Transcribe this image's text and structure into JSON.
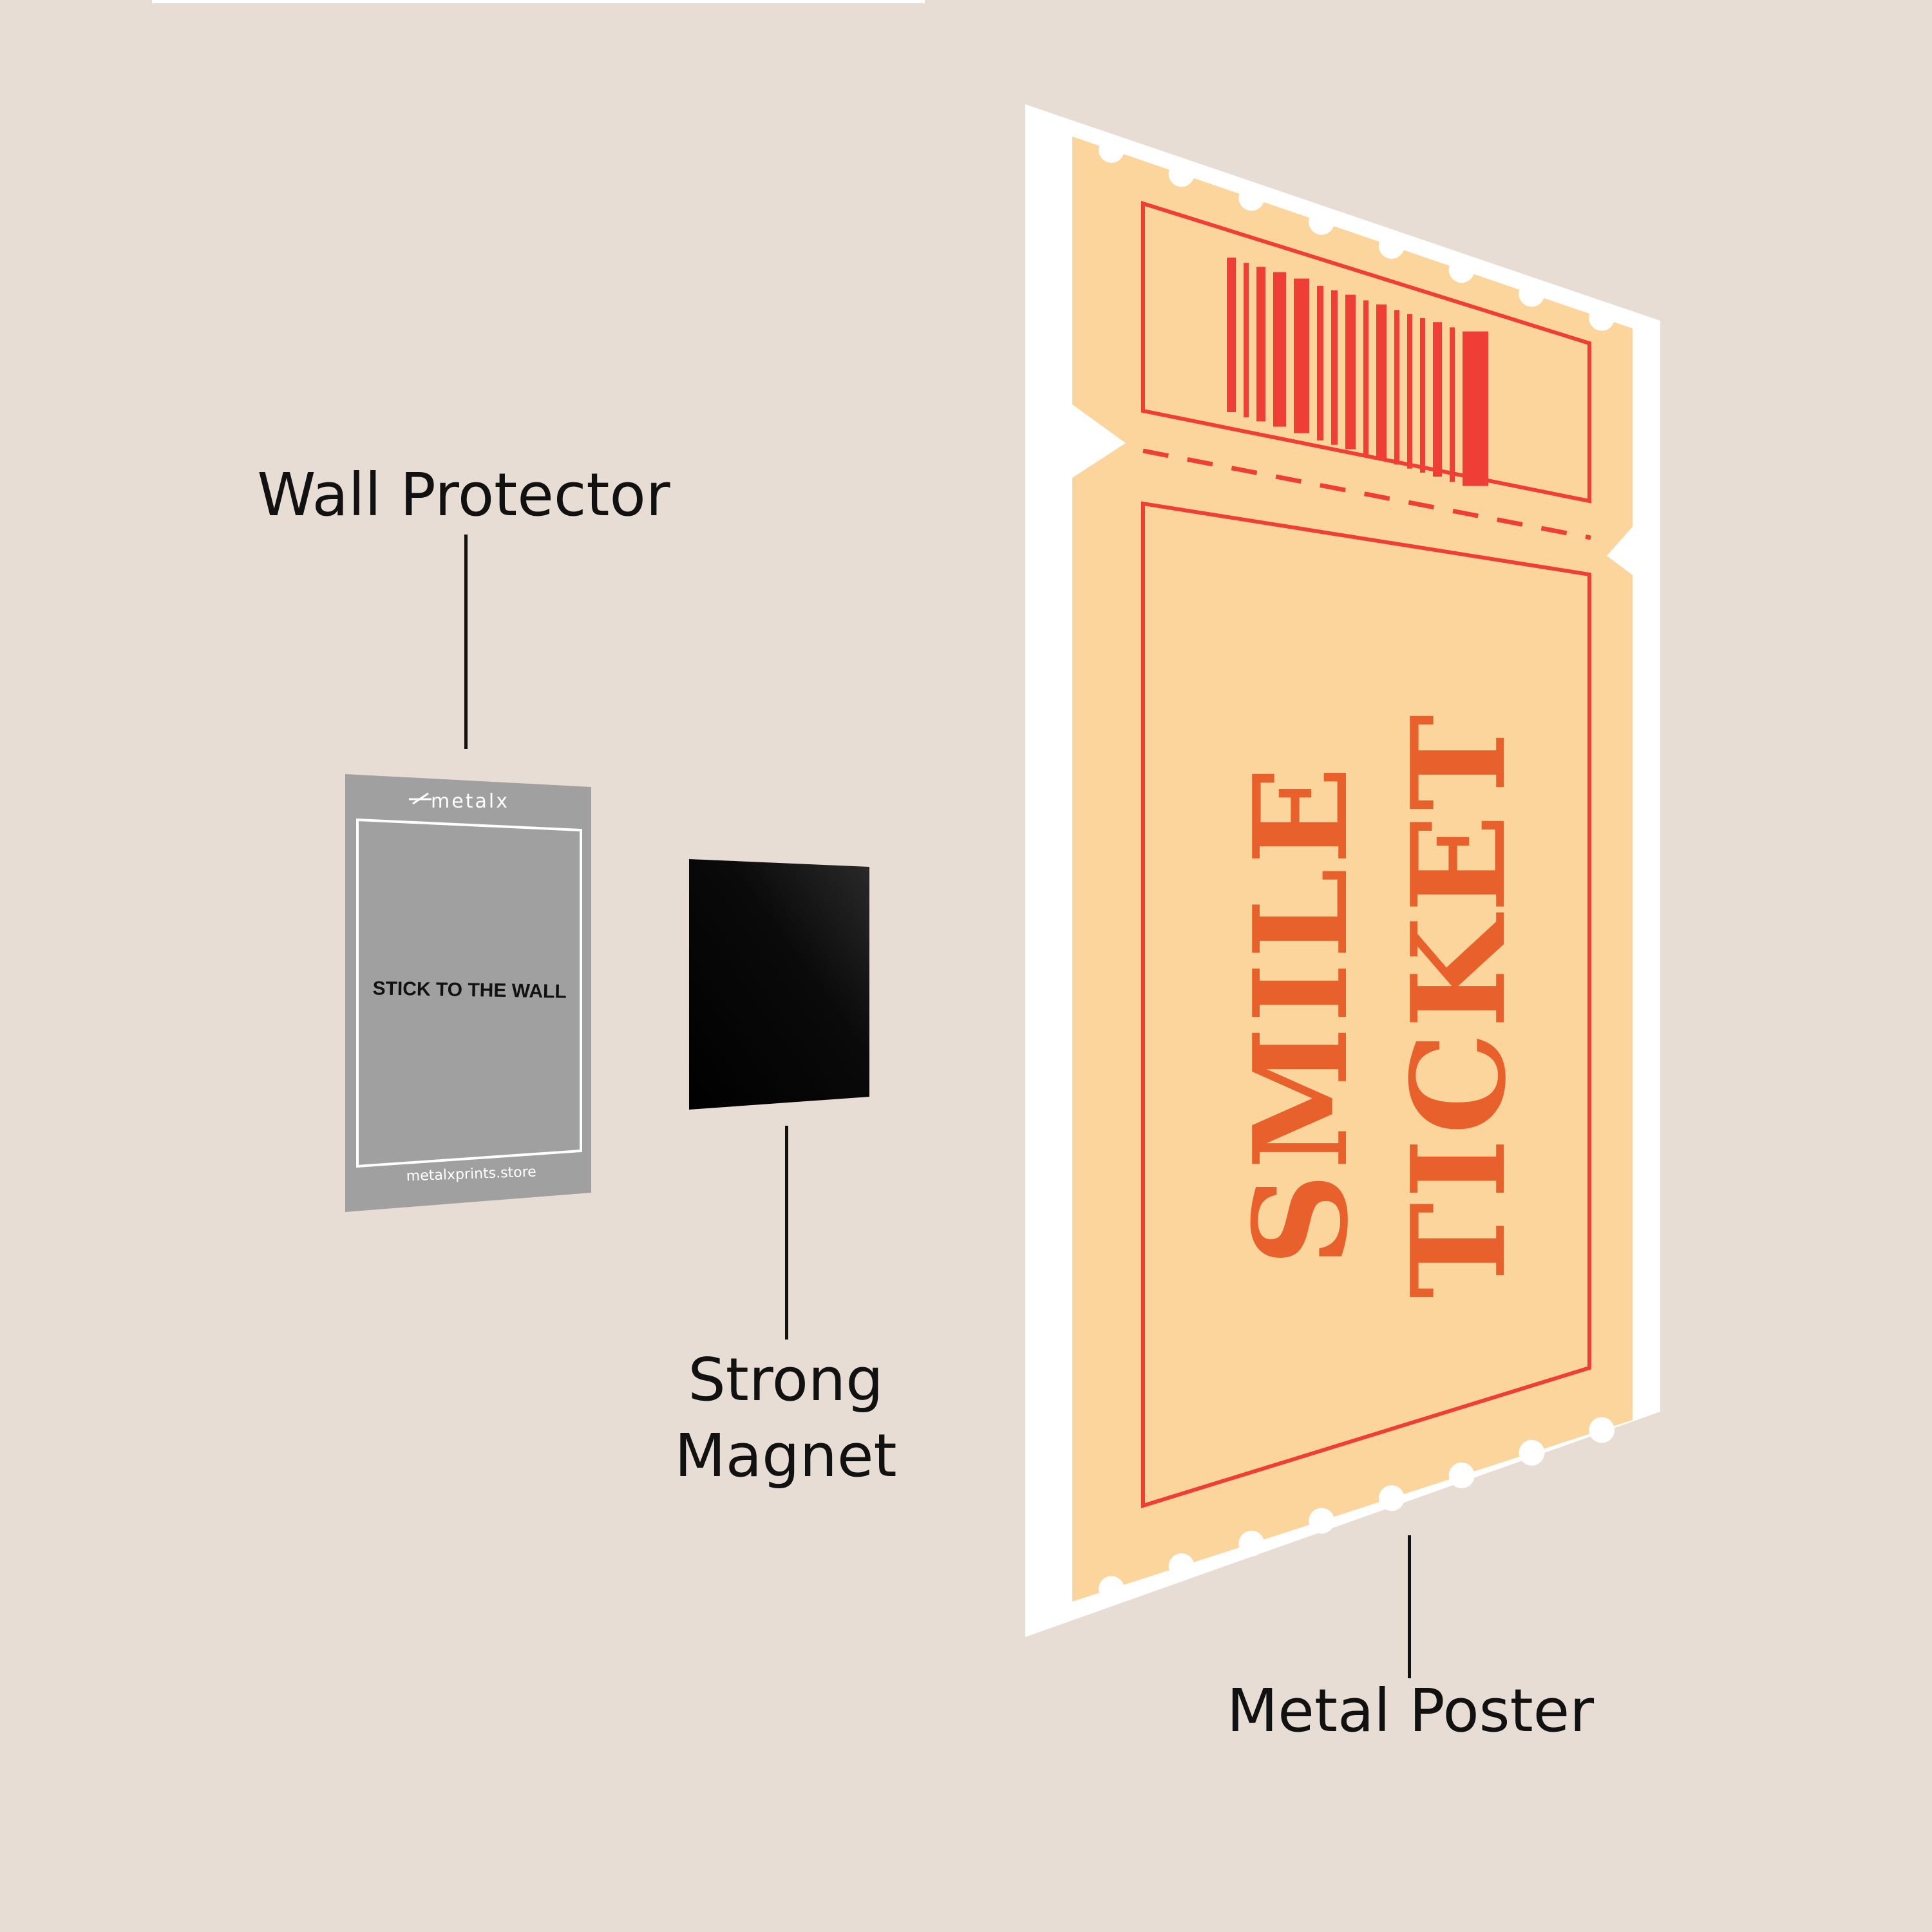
{
  "labels": {
    "wall_protector": "Wall Protector",
    "strong_magnet_line1": "Strong",
    "strong_magnet_line2": "Magnet",
    "metal_poster": "Metal Poster"
  },
  "protector_card": {
    "brand": "metalx",
    "center_text": "STICK TO THE WALL",
    "website": "metalxprints.store"
  },
  "poster": {
    "line1": "SMILE",
    "line2": "TICKET"
  },
  "colors": {
    "background": "#e8ddd4",
    "protector_gray": "#a0a0a0",
    "magnet_black": "#0a0a0a",
    "ticket_fill": "#fcd59c",
    "ticket_red": "#ee3e35",
    "title_orange": "#e8612c",
    "white": "#ffffff"
  },
  "icons": {
    "brand_logo": "metalx-logo-icon"
  }
}
